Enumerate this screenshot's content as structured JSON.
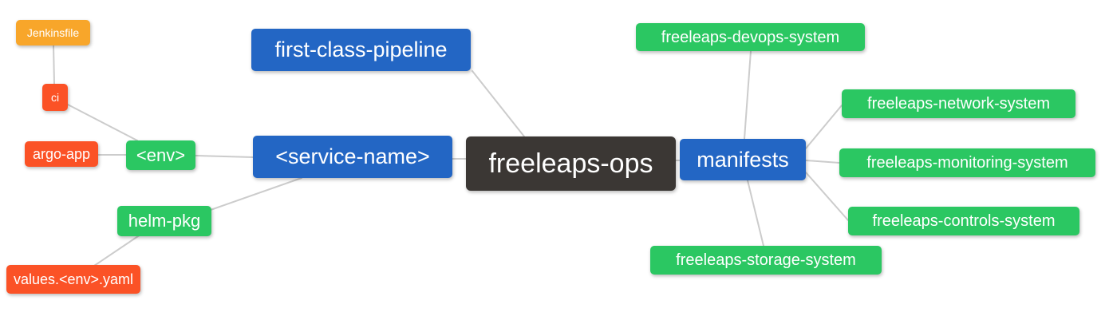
{
  "title": "freeleaps-ops mind map",
  "colors": {
    "blue": "#2366c4",
    "green": "#2bc762",
    "orange": "#f8a62a",
    "red": "#fb5226",
    "dark": "#3b3734",
    "line": "#cccccc",
    "text": "#ffffff",
    "background": "#ffffff"
  },
  "nodes": [
    {
      "id": "freeleaps-ops",
      "label": "freeleaps-ops",
      "role": "dark"
    },
    {
      "id": "first-class-pipeline",
      "label": "first-class-pipeline",
      "role": "blue"
    },
    {
      "id": "service-name",
      "label": "<service-name>",
      "role": "blue"
    },
    {
      "id": "manifests",
      "label": "manifests",
      "role": "blue"
    },
    {
      "id": "env",
      "label": "<env>",
      "role": "green"
    },
    {
      "id": "helm-pkg",
      "label": "helm-pkg",
      "role": "green"
    },
    {
      "id": "ci",
      "label": "ci",
      "role": "red"
    },
    {
      "id": "argo-app",
      "label": "argo-app",
      "role": "red"
    },
    {
      "id": "values-env-yaml",
      "label": "values.<env>.yaml",
      "role": "red"
    },
    {
      "id": "jenkinsfile",
      "label": "Jenkinsfile",
      "role": "orange"
    },
    {
      "id": "freeleaps-devops-system",
      "label": "freeleaps-devops-system",
      "role": "green"
    },
    {
      "id": "freeleaps-network-system",
      "label": "freeleaps-network-system",
      "role": "green"
    },
    {
      "id": "freeleaps-monitoring-system",
      "label": "freeleaps-monitoring-system",
      "role": "green"
    },
    {
      "id": "freeleaps-controls-system",
      "label": "freeleaps-controls-system",
      "role": "green"
    },
    {
      "id": "freeleaps-storage-system",
      "label": "freeleaps-storage-system",
      "role": "green"
    }
  ],
  "edges": [
    {
      "from": "jenkinsfile",
      "to": "ci"
    },
    {
      "from": "ci",
      "to": "env"
    },
    {
      "from": "argo-app",
      "to": "env"
    },
    {
      "from": "env",
      "to": "service-name"
    },
    {
      "from": "helm-pkg",
      "to": "service-name"
    },
    {
      "from": "values-env-yaml",
      "to": "helm-pkg"
    },
    {
      "from": "service-name",
      "to": "freeleaps-ops"
    },
    {
      "from": "first-class-pipeline",
      "to": "freeleaps-ops"
    },
    {
      "from": "freeleaps-ops",
      "to": "manifests"
    },
    {
      "from": "manifests",
      "to": "freeleaps-devops-system"
    },
    {
      "from": "manifests",
      "to": "freeleaps-network-system"
    },
    {
      "from": "manifests",
      "to": "freeleaps-monitoring-system"
    },
    {
      "from": "manifests",
      "to": "freeleaps-controls-system"
    },
    {
      "from": "manifests",
      "to": "freeleaps-storage-system"
    }
  ]
}
